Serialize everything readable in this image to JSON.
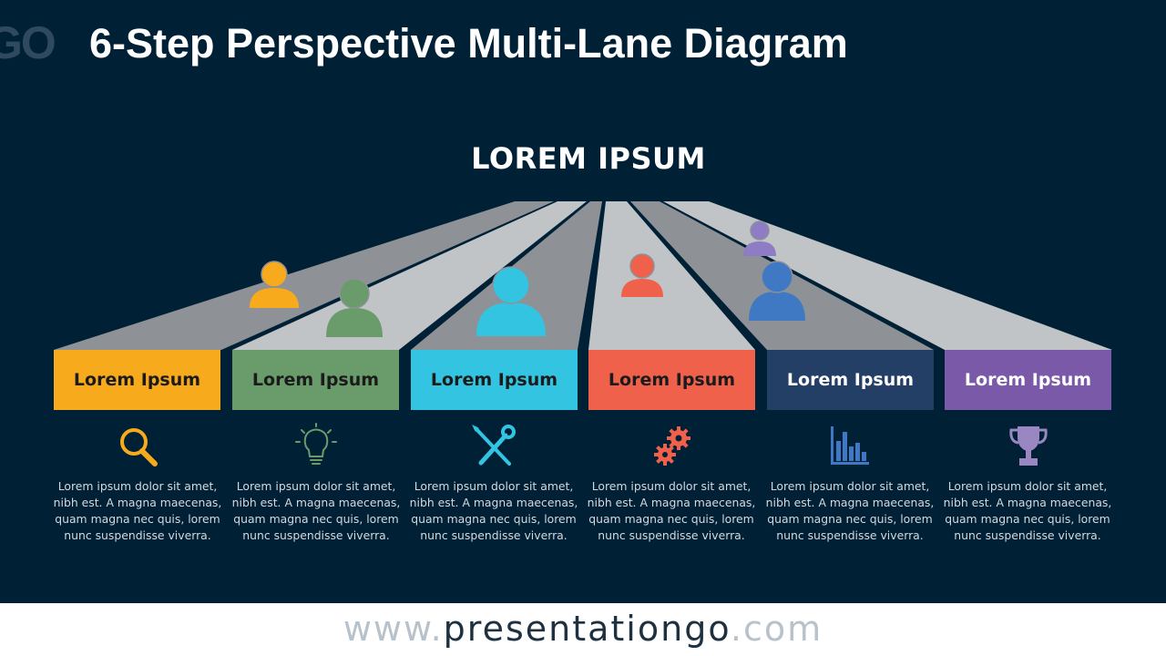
{
  "title": "6-Step Perspective Multi-Lane Diagram",
  "logo_text": "GO",
  "heading": "LOREM IPSUM",
  "colors": {
    "background": "#002036",
    "lane_light": "#c1c4c7",
    "lane_dark": "#8e9296"
  },
  "steps": [
    {
      "label": "Lorem Ipsum",
      "color": "#f8aa1d",
      "icon": "magnifier-icon",
      "description": "Lorem ipsum dolor sit amet, nibh est. A magna maecenas, quam magna nec quis, lorem nunc suspendisse viverra."
    },
    {
      "label": "Lorem Ipsum",
      "color": "#6a9c6b",
      "icon": "lightbulb-icon",
      "description": "Lorem ipsum dolor sit amet, nibh est. A magna maecenas, quam magna nec quis, lorem nunc suspendisse viverra."
    },
    {
      "label": "Lorem Ipsum",
      "color": "#33c4e2",
      "icon": "tools-icon",
      "description": "Lorem ipsum dolor sit amet, nibh est. A magna maecenas, quam magna nec quis, lorem nunc suspendisse viverra."
    },
    {
      "label": "Lorem Ipsum",
      "color": "#f0614c",
      "icon": "gears-icon",
      "description": "Lorem ipsum dolor sit amet, nibh est. A magna maecenas, quam magna nec quis, lorem nunc suspendisse viverra."
    },
    {
      "label": "Lorem Ipsum",
      "color": "#243f66",
      "icon": "bar-chart-icon",
      "description": "Lorem ipsum dolor sit amet, nibh est. A magna maecenas, quam magna nec quis, lorem nunc suspendisse viverra."
    },
    {
      "label": "Lorem Ipsum",
      "color": "#7b59a9",
      "icon": "trophy-icon",
      "description": "Lorem ipsum dolor sit amet, nibh est. A magna maecenas, quam magna nec quis, lorem nunc suspendisse viverra."
    }
  ],
  "people": [
    {
      "color": "#f8aa1d"
    },
    {
      "color": "#6a9c6b"
    },
    {
      "color": "#33c4e2"
    },
    {
      "color": "#f0614c"
    },
    {
      "color": "#8e7cc4"
    },
    {
      "color": "#3f79c4"
    }
  ],
  "footer": {
    "prefix": "www.",
    "brand": "presentationgo",
    "suffix": ".com"
  }
}
